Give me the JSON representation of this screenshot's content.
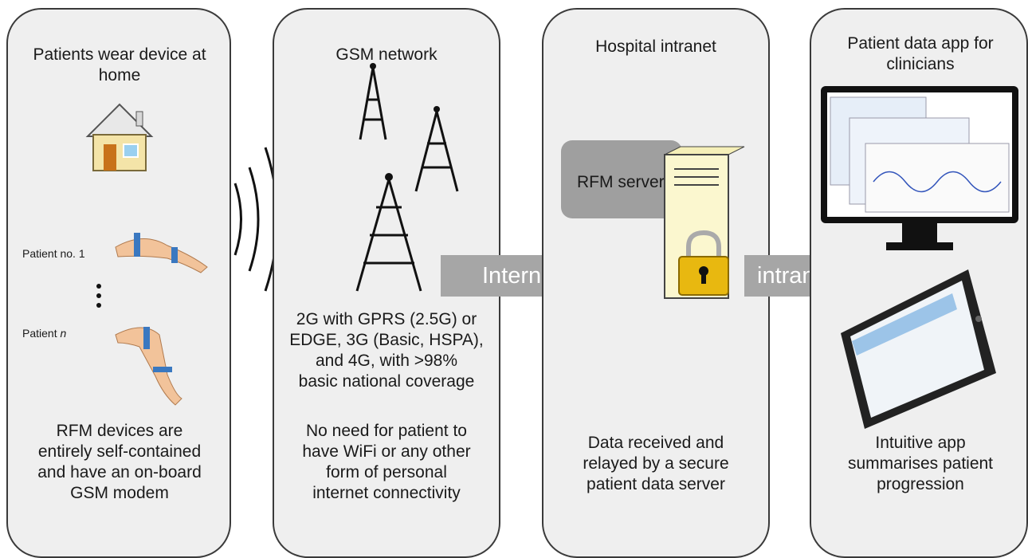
{
  "panels": [
    {
      "title": "Patients wear device at home",
      "caption": [
        "RFM devices are",
        "entirely self-contained",
        "and have an on-board",
        "GSM modem"
      ],
      "patient1_label": "Patient no. 1",
      "patientn_label": "Patient",
      "patientn_suffix": "n"
    },
    {
      "title": "GSM network",
      "caption1": [
        "2G with GPRS (2.5G) or",
        "EDGE, 3G (Basic, HSPA),",
        "and 4G, with >98%",
        "basic national coverage"
      ],
      "caption2": [
        "No need for patient to",
        "have WiFi or any other",
        "form of personal",
        "internet connectivity"
      ]
    },
    {
      "title": "Hospital intranet",
      "server_label": "RFM server",
      "caption": [
        "Data received and",
        "relayed by a secure",
        "patient data server"
      ]
    },
    {
      "title": "Patient data app for clinicians",
      "caption": [
        "Intuitive app",
        "summarises patient",
        "progression"
      ]
    }
  ],
  "arrows": {
    "internet": "Internet",
    "intranet": "intranet"
  },
  "colors": {
    "panel": "#efefef",
    "arrow": "#a6a6a6",
    "server_box": "#9f9f9f",
    "wave": "#1a1a1a"
  }
}
